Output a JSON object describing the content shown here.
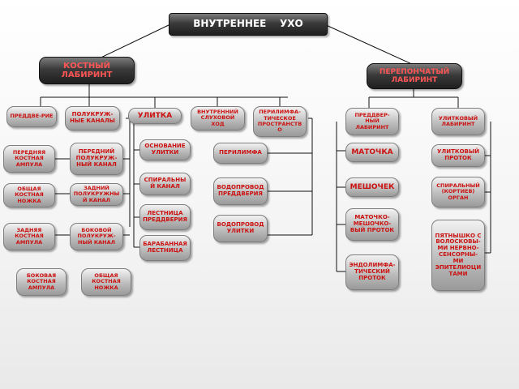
{
  "root": "ВНУТРЕННЕЕ    УХО",
  "bony": {
    "title": "КОСТНЫЙ ЛАБИРИНТ",
    "vestibule": "ПРЕДДВЕ-РИЕ",
    "canals": "ПОЛУКРУЖ-НЫЕ КАНАЛЫ",
    "cochlea": "УЛИТКА",
    "internal_meatus": "ВНУТРЕННИЙ СЛУХОВОЙ ХОД",
    "perilymph_space": "ПЕРИЛИМФА-ТИЧЕСКОЕ ПРОСТРАНСТВО",
    "canal_parts": {
      "anterior_ampulla": "ПЕРЕДНЯЯ КОСТНАЯ АМПУЛА",
      "anterior_canal": "ПЕРЕДНИЙ ПОЛУКРУЖ-НЫЙ КАНАЛ",
      "common_crus": "ОБЩАЯ КОСТНАЯ НОЖКА",
      "posterior_canal": "ЗАДНИЙ ПОЛУКРУЖНЫЙ КАНАЛ",
      "posterior_ampulla": "ЗАДНЯЯ КОСТНАЯ АМПУЛА",
      "lateral_canal": "БОКОВОЙ ПОЛУКРУЖ-НЫЙ КАНАЛ",
      "lateral_ampulla": "БОКОВАЯ КОСТНАЯ АМПУЛА",
      "common_crus_2": "ОБЩАЯ КОСТНАЯ НОЖКА"
    },
    "cochlea_parts": {
      "base": "ОСНОВАНИЕ УЛИТКИ",
      "spiral_canal": "СПИРАЛЬНЫЙ КАНАЛ",
      "scala_vestibuli": "ЛЕСТНИЦА ПРЕДДВЕРИЯ",
      "scala_tympani": "БАРАБАННАЯ ЛЕСТНИЦА"
    },
    "perilymph_parts": {
      "perilymph": "ПЕРИЛИМФА",
      "vestibular_aqueduct": "ВОДОПРОВОД ПРЕДДВЕРИЯ",
      "cochlear_aqueduct": "ВОДОПРОВОД УЛИТКИ"
    }
  },
  "membranous": {
    "title": "ПЕРЕПОНЧАТЫЙ ЛАБИРИНТ",
    "vestibular": "ПРЕДДВЕР-НЫЙ ЛАБИРИНТ",
    "cochlear": "УЛИТКОВЫЙ ЛАБИРИНТ",
    "vestibular_parts": {
      "utricle": "МАТОЧКА",
      "saccule": "МЕШОЧЕК",
      "utriculosaccular_duct": "МАТОЧКО-МЕШОЧКО-ВЫЙ ПРОТОК",
      "endolymphatic_duct": "ЭНДОЛИМФА-ТИЧЕСКИЙ ПРОТОК"
    },
    "cochlear_parts": {
      "cochlear_duct": "УЛИТКОВЫЙ ПРОТОК",
      "organ_of_corti": "СПИРАЛЬНЫЙ (КОРТИЕВ) ОРГАН",
      "hair_cells": "ПЯТНЫШКО С ВОЛОСКОВЫ-МИ НЕРВНО-СЕНСОРНЫ-МИ ЭПИТЕЛИОЦИТАМИ"
    }
  },
  "colors": {
    "text_red": "#cc1111",
    "line": "#111111"
  }
}
